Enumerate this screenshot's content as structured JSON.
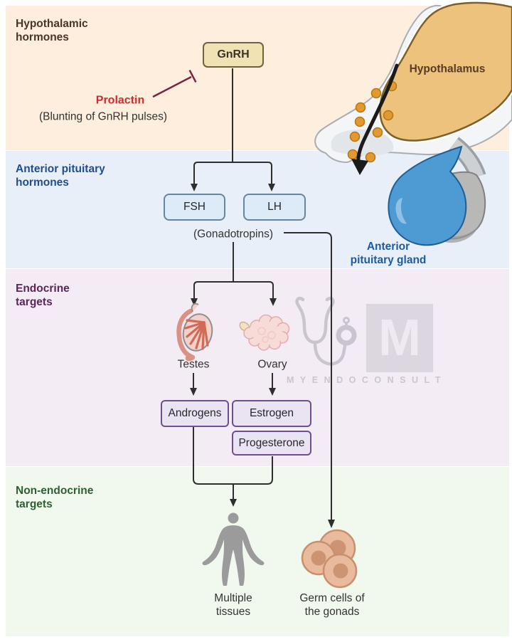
{
  "bands": [
    {
      "label": "Hypothalamic\nhormones"
    },
    {
      "label": "Anterior pituitary\nhormones"
    },
    {
      "label": "Endocrine\ntargets"
    },
    {
      "label": "Non-endocrine\ntargets"
    }
  ],
  "flow": {
    "gnrh": "GnRH",
    "prolactin": "Prolactin",
    "prolactin_note": "(Blunting of GnRH pulses)",
    "fsh": "FSH",
    "lh": "LH",
    "gonadotropins": "(Gonadotropins)",
    "testes": "Testes",
    "ovary": "Ovary",
    "androgens": "Androgens",
    "estrogen": "Estrogen",
    "progesterone": "Progesterone",
    "multiple_tissues": "Multiple\ntissues",
    "germ_cells": "Germ cells of\nthe gonads"
  },
  "anatomy": {
    "hypothalamus": "Hypothalamus",
    "pituitary": "Anterior\npituitary gland"
  },
  "watermark": {
    "logo_letter": "M",
    "brand": "MYENDOCONSULT"
  },
  "colors": {
    "band1": "#fdeedd",
    "band2": "#e9eff8",
    "band3": "#f4ecf4",
    "band4": "#f1f9ee",
    "band1_label": "#4a3526",
    "band2_label": "#1f4e8f",
    "band3_label": "#5a2558",
    "band4_label": "#2e5f33",
    "gnrh_fill": "#f1e2b4",
    "gnrh_border": "#71623f",
    "gonadotropin_fill": "#ddeaf8",
    "gonadotropin_border": "#6487a0",
    "hormone_fill": "#eae3f2",
    "hormone_border": "#6f4e90",
    "arrow": "#2e2e2e",
    "inhibit": "#7a2240",
    "prolactin_red": "#c52f2f"
  }
}
